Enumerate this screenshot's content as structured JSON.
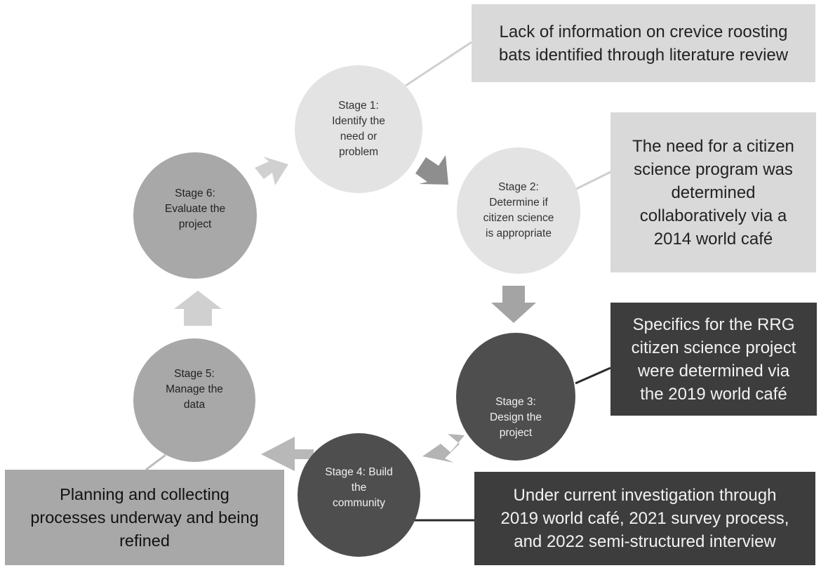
{
  "colors": {
    "stage_light": "#e3e3e3",
    "stage_mid": "#a8a8a8",
    "stage_dark": "#4e4e4e",
    "box_light": "#d9d9d9",
    "box_mid": "#a8a8a8",
    "box_dark": "#3d3d3d",
    "arrow_light": "#d0d0d0",
    "arrow_mid": "#b4b4b4",
    "arrow_dark": "#8e8e8e"
  },
  "stages": [
    {
      "id": "stage-1",
      "label": "Stage 1:\nIdentify the\nneed or\nproblem"
    },
    {
      "id": "stage-2",
      "label": "Stage 2:\nDetermine if\ncitizen science\nis appropriate"
    },
    {
      "id": "stage-3",
      "label": "Stage 3:\nDesign the\nproject"
    },
    {
      "id": "stage-4",
      "label": "Stage 4: Build\nthe\ncommunity"
    },
    {
      "id": "stage-5",
      "label": "Stage 5:\nManage the\ndata"
    },
    {
      "id": "stage-6",
      "label": "Stage 6:\nEvaluate the\nproject"
    }
  ],
  "notes": [
    {
      "id": "note-stage-1",
      "text": "Lack of information on crevice roosting\nbats identified through literature review"
    },
    {
      "id": "note-stage-2",
      "text": "The need for a citizen\nscience program was\ndetermined\ncollaboratively via a\n2014 world café"
    },
    {
      "id": "note-stage-3",
      "text": "Specifics for the RRG\ncitizen science project\nwere determined via\nthe 2019 world café"
    },
    {
      "id": "note-stage-4",
      "text": "Under current investigation through\n2019 world café, 2021 survey process,\nand 2022 semi-structured interview"
    },
    {
      "id": "note-stage-5",
      "text": "Planning and collecting\nprocesses underway and being\nrefined"
    }
  ]
}
